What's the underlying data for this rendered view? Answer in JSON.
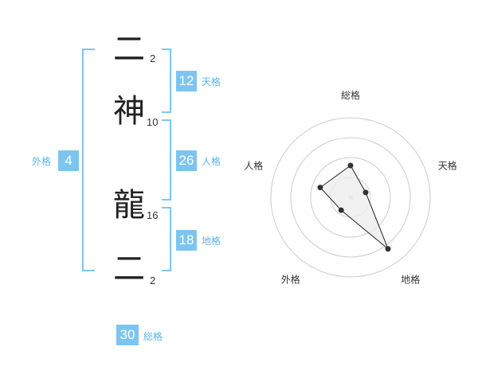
{
  "name_chars": [
    {
      "char": "二",
      "strokes": "2"
    },
    {
      "char": "神",
      "strokes": "10"
    },
    {
      "char": "龍",
      "strokes": "16"
    },
    {
      "char": "二",
      "strokes": "2"
    }
  ],
  "kaku": {
    "tenkaku": {
      "value": "12",
      "label": "天格"
    },
    "jinkaku": {
      "value": "26",
      "label": "人格"
    },
    "chikaku": {
      "value": "18",
      "label": "地格"
    },
    "gaikaku": {
      "value": "4",
      "label": "外格"
    },
    "soukaku": {
      "value": "30",
      "label": "総格"
    }
  },
  "colors": {
    "accent": "#7cc5f0",
    "accent_text": "#5ab4e8",
    "grid": "#cccccc",
    "polygon_fill": "#eeeeee",
    "polygon_stroke": "#222222"
  },
  "chart_data": {
    "type": "radar",
    "axes": [
      "総格",
      "天格",
      "地格",
      "外格",
      "人格"
    ],
    "values": [
      2,
      1,
      4,
      1,
      2
    ],
    "rmax": 5,
    "rings": 4
  }
}
